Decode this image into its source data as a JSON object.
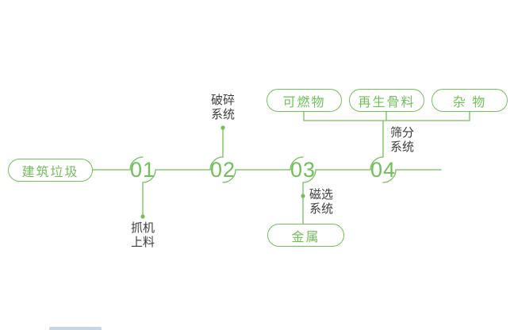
{
  "colors": {
    "green": "#72bf5a",
    "label_text": "#3d3d3d"
  },
  "flow": {
    "source": "建筑垃圾",
    "stations": [
      {
        "num": "01",
        "label_line1": "抓机",
        "label_line2": "上料"
      },
      {
        "num": "02",
        "label_line1": "破碎",
        "label_line2": "系统"
      },
      {
        "num": "03",
        "label_line1": "磁选",
        "label_line2": "系统"
      },
      {
        "num": "04",
        "label_line1": "筛分",
        "label_line2": "系统"
      }
    ],
    "outputs": {
      "metal": "金属",
      "combustible": "可燃物",
      "recycled_aggregate": "再生骨料",
      "misc": "杂 物"
    }
  }
}
